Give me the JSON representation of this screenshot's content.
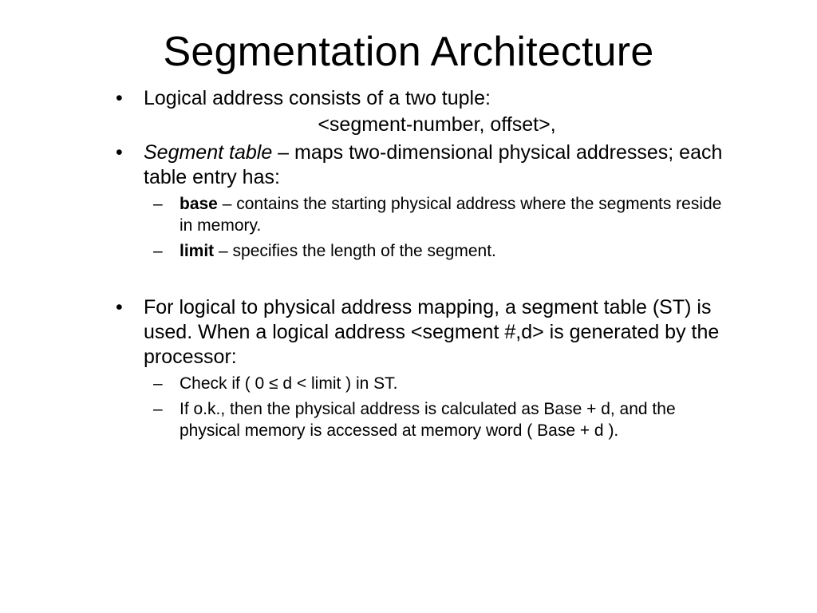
{
  "slide": {
    "title": "Segmentation Architecture",
    "bullet_glyph": "•",
    "dash_glyph": "–",
    "item1": {
      "text": "Logical address consists of a two tuple:",
      "continuation": "<segment-number, offset>,"
    },
    "item2": {
      "emph": "Segment table",
      "text": " – maps two-dimensional physical addresses; each table entry has:",
      "sub": [
        {
          "term": "base",
          "text": " – contains the starting physical address where the segments reside in memory."
        },
        {
          "term": "limit",
          "text": " – specifies the length of the segment."
        }
      ]
    },
    "item3": {
      "text": "For logical to physical address mapping, a segment table (ST) is used. When a logical address <segment #,d> is generated by the processor:",
      "sub": [
        {
          "text": "Check if ( 0 ≤ d < limit ) in ST."
        },
        {
          "text": "If o.k., then the physical address is calculated as Base + d, and the physical memory is accessed at memory word ( Base + d )."
        }
      ]
    }
  }
}
